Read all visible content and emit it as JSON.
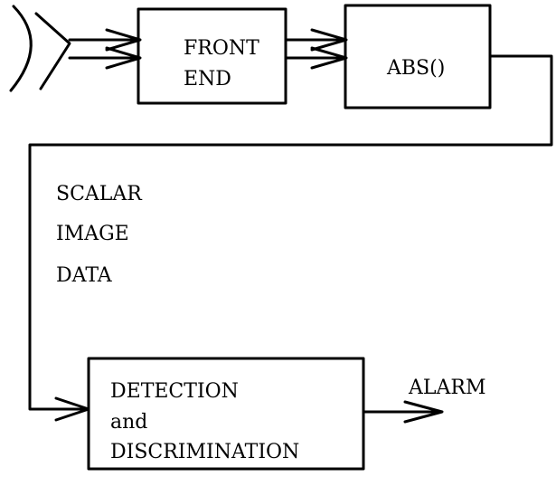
{
  "blocks": {
    "front_end": {
      "line1": "FRONT",
      "line2": "END"
    },
    "abs": {
      "label": "ABS()"
    },
    "detection": {
      "line1": "DETECTION",
      "line2": "and",
      "line3": "DISCRIMINATION"
    }
  },
  "signal_label": {
    "line1": "SCALAR",
    "line2": "IMAGE",
    "line3": "DATA"
  },
  "output_label": "ALARM",
  "colors": {
    "ink": "#000000",
    "background": "#ffffff"
  },
  "icons": {
    "antenna": "antenna-icon"
  }
}
